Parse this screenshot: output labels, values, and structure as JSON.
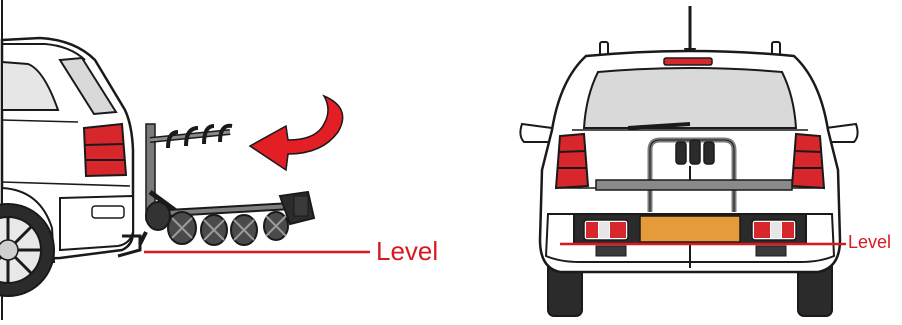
{
  "labels": {
    "side_level": "Level",
    "rear_level": "Level"
  },
  "colors": {
    "level_line": "#d71920",
    "arrow": "#e31e24",
    "car_fill": "#ffffff",
    "car_stroke": "#1a1a1a",
    "glass": "#d9d9d9",
    "tail_light": "#d7272c",
    "plate": "#e59a3c",
    "tyre": "#2b2b2b",
    "rack": "#6f6f6f"
  },
  "icons": {
    "side_view": "car-side-with-bike-rack",
    "rear_view": "car-rear-with-bike-rack",
    "arrow": "curved-arrow-icon"
  }
}
